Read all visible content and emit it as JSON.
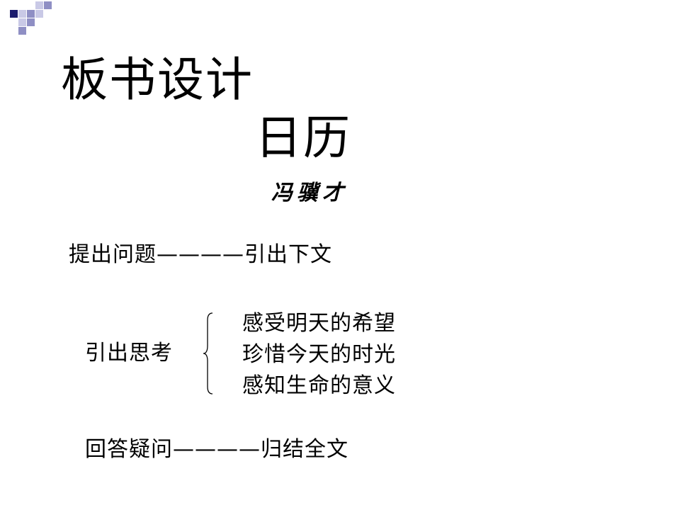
{
  "slide": {
    "title": "板书设计",
    "subtitle": "日历",
    "author": "冯骥才",
    "lines": {
      "question": "提出问题————引出下文",
      "think_label": "引出思考",
      "think_items": [
        "感受明天的希望",
        "珍惜今天的时光",
        "感知生命的意义"
      ],
      "answer": "回答疑问————归结全文"
    }
  },
  "colors": {
    "accent_dark": "#1c1c6e",
    "accent_mid": "#8f8fc4",
    "accent_light": "#c9c9e6"
  }
}
